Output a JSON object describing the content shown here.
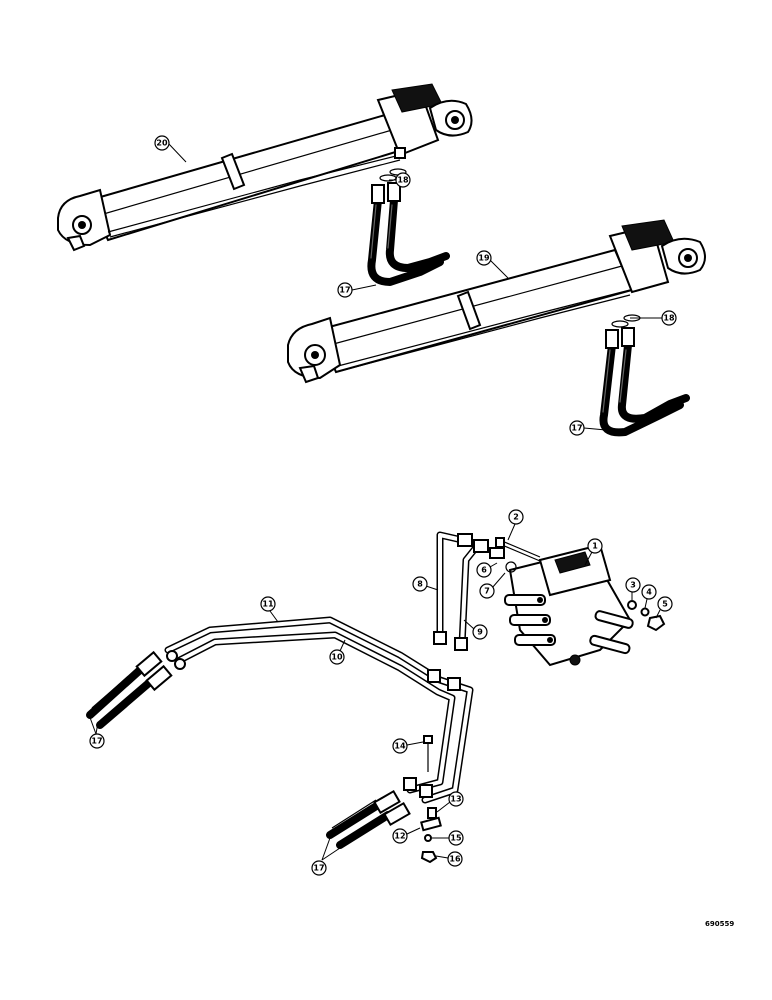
{
  "diagram": {
    "part_id": "690559",
    "callouts": [
      {
        "key": "c20_top",
        "label": "20"
      },
      {
        "key": "c18_top",
        "label": "18"
      },
      {
        "key": "c17_top",
        "label": "17"
      },
      {
        "key": "c19_cyl",
        "label": "19"
      },
      {
        "key": "c18_mid",
        "label": "18"
      },
      {
        "key": "c17_mid",
        "label": "17"
      },
      {
        "key": "c2",
        "label": "2"
      },
      {
        "key": "c1",
        "label": "1"
      },
      {
        "key": "c6",
        "label": "6"
      },
      {
        "key": "c7",
        "label": "7"
      },
      {
        "key": "c8",
        "label": "8"
      },
      {
        "key": "c9",
        "label": "9"
      },
      {
        "key": "c3",
        "label": "3"
      },
      {
        "key": "c4",
        "label": "4"
      },
      {
        "key": "c5",
        "label": "5"
      },
      {
        "key": "c11",
        "label": "11"
      },
      {
        "key": "c10",
        "label": "10"
      },
      {
        "key": "c17_left",
        "label": "17"
      },
      {
        "key": "c14",
        "label": "14"
      },
      {
        "key": "c13",
        "label": "13"
      },
      {
        "key": "c12",
        "label": "12"
      },
      {
        "key": "c15",
        "label": "15"
      },
      {
        "key": "c16",
        "label": "16"
      },
      {
        "key": "c17_bot",
        "label": "17"
      }
    ]
  }
}
